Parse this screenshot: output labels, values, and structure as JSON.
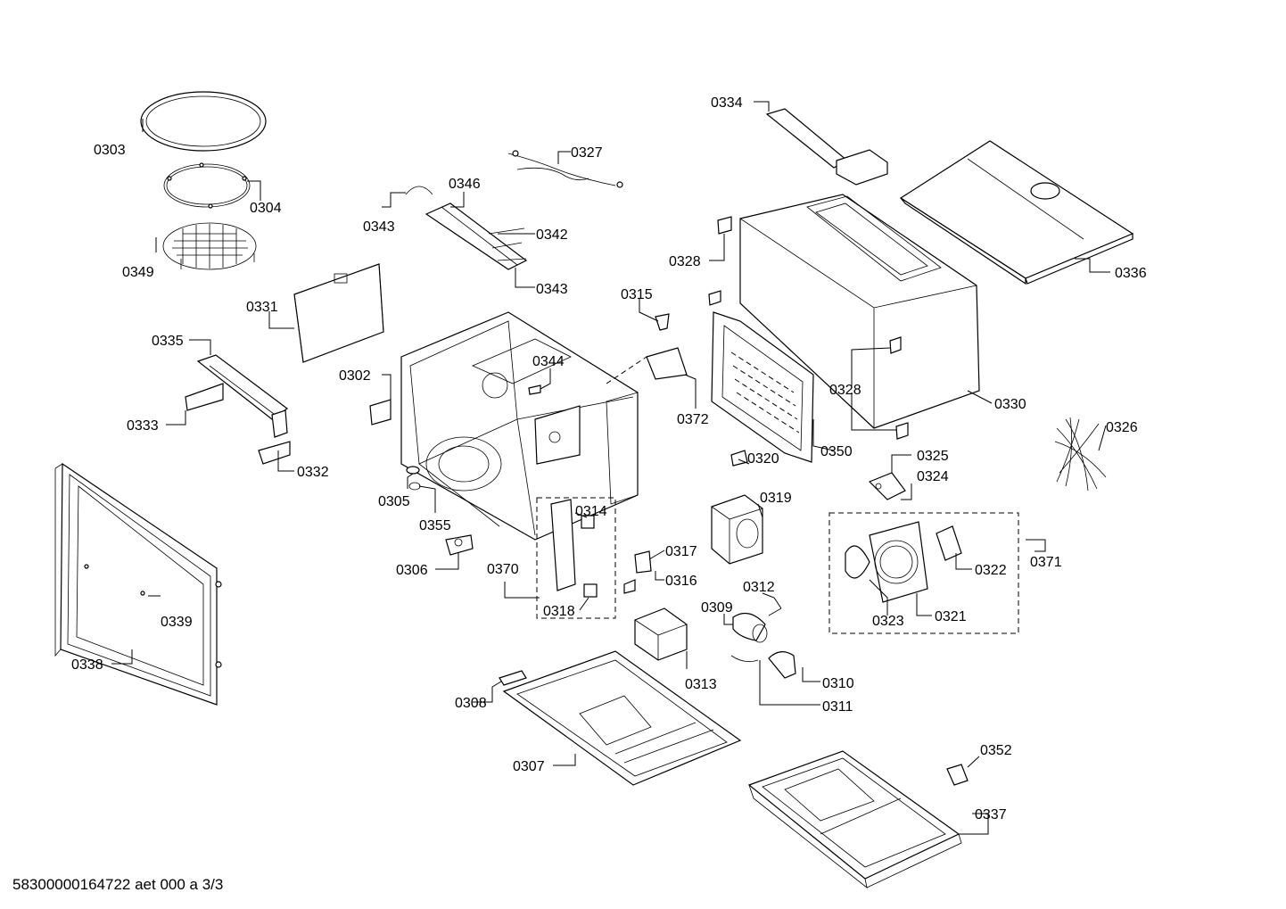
{
  "diagram": {
    "footer": "58300000164722 aet 000 a 3/3",
    "labels": [
      {
        "id": "0303",
        "text": "0303"
      },
      {
        "id": "0304",
        "text": "0304"
      },
      {
        "id": "0349",
        "text": "0349"
      },
      {
        "id": "0331",
        "text": "0331"
      },
      {
        "id": "0335",
        "text": "0335"
      },
      {
        "id": "0333",
        "text": "0333"
      },
      {
        "id": "0332",
        "text": "0332"
      },
      {
        "id": "0338",
        "text": "0338"
      },
      {
        "id": "0339",
        "text": "0339"
      },
      {
        "id": "0343a",
        "text": "0343"
      },
      {
        "id": "0346",
        "text": "0346"
      },
      {
        "id": "0342",
        "text": "0342"
      },
      {
        "id": "0343b",
        "text": "0343"
      },
      {
        "id": "0327",
        "text": "0327"
      },
      {
        "id": "0302",
        "text": "0302"
      },
      {
        "id": "0344",
        "text": "0344"
      },
      {
        "id": "0305",
        "text": "0305"
      },
      {
        "id": "0355",
        "text": "0355"
      },
      {
        "id": "0306",
        "text": "0306"
      },
      {
        "id": "0370",
        "text": "0370"
      },
      {
        "id": "0314",
        "text": "0314"
      },
      {
        "id": "0318",
        "text": "0318"
      },
      {
        "id": "0315",
        "text": "0315"
      },
      {
        "id": "0372",
        "text": "0372"
      },
      {
        "id": "0317",
        "text": "0317"
      },
      {
        "id": "0316",
        "text": "0316"
      },
      {
        "id": "0308",
        "text": "0308"
      },
      {
        "id": "0307",
        "text": "0307"
      },
      {
        "id": "0313",
        "text": "0313"
      },
      {
        "id": "0309",
        "text": "0309"
      },
      {
        "id": "0312",
        "text": "0312"
      },
      {
        "id": "0310",
        "text": "0310"
      },
      {
        "id": "0311",
        "text": "0311"
      },
      {
        "id": "0320",
        "text": "0320"
      },
      {
        "id": "0319",
        "text": "0319"
      },
      {
        "id": "0334",
        "text": "0334"
      },
      {
        "id": "0328a",
        "text": "0328"
      },
      {
        "id": "0328b",
        "text": "0328"
      },
      {
        "id": "0330",
        "text": "0330"
      },
      {
        "id": "0350",
        "text": "0350"
      },
      {
        "id": "0336",
        "text": "0336"
      },
      {
        "id": "0326",
        "text": "0326"
      },
      {
        "id": "0325",
        "text": "0325"
      },
      {
        "id": "0324",
        "text": "0324"
      },
      {
        "id": "0371",
        "text": "0371"
      },
      {
        "id": "0322",
        "text": "0322"
      },
      {
        "id": "0323",
        "text": "0323"
      },
      {
        "id": "0321",
        "text": "0321"
      },
      {
        "id": "0352",
        "text": "0352"
      },
      {
        "id": "0337",
        "text": "0337"
      }
    ]
  }
}
